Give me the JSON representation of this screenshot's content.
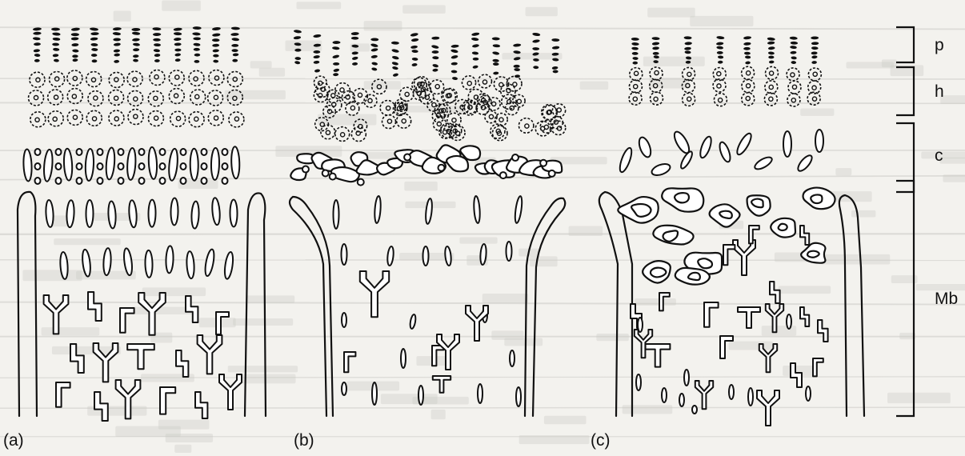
{
  "figure": {
    "panels": [
      {
        "id": "a",
        "label": "(a)"
      },
      {
        "id": "b",
        "label": "(b)"
      },
      {
        "id": "c",
        "label": "(c)"
      }
    ],
    "zones": [
      {
        "id": "p",
        "label": "p"
      },
      {
        "id": "h",
        "label": "h"
      },
      {
        "id": "c",
        "label": "c"
      },
      {
        "id": "mb",
        "label": "Mb"
      }
    ]
  },
  "colors": {
    "ink": "#111111",
    "paper": "#ffffff",
    "bleed_through": "#c9c8c4"
  }
}
